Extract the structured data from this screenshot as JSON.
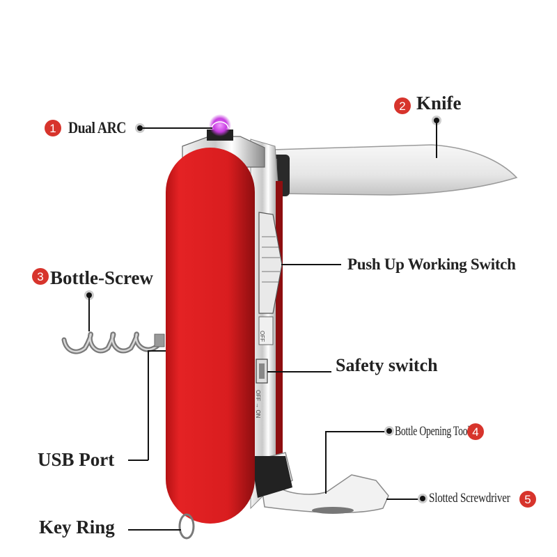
{
  "product": {
    "name": "Multi-function pocket knife with dual arc lighter",
    "body_color": "#d91d1f",
    "arc_glow_color": "#c63be0",
    "badge_color": "#d7342c",
    "switch_markings": {
      "push_switch": "OFF",
      "safety_switch": "OFF → ON"
    }
  },
  "callouts": [
    {
      "number": "1",
      "label": "Dual ARC"
    },
    {
      "number": "2",
      "label": "Knife"
    },
    {
      "number": "3",
      "label": "Bottle-Screw"
    },
    {
      "number": "",
      "label": "Push Up Working Switch"
    },
    {
      "number": "",
      "label": "Safety switch"
    },
    {
      "number": "4",
      "label": "Bottle Opening Tool"
    },
    {
      "number": "",
      "label": "USB Port"
    },
    {
      "number": "5",
      "label": "Slotted Screwdriver"
    },
    {
      "number": "",
      "label": "Key Ring"
    }
  ]
}
